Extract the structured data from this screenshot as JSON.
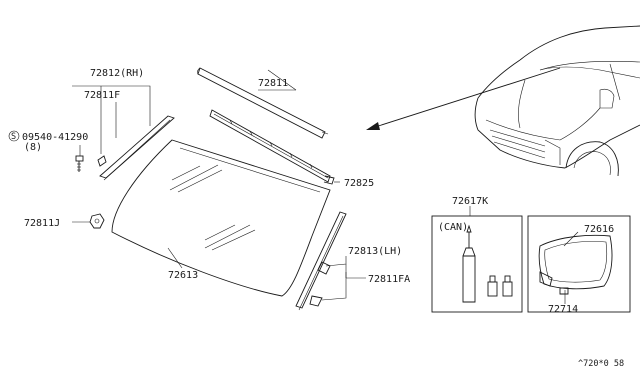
{
  "parts": {
    "p72812": "72812(RH)",
    "p72811F": "72811F",
    "p72811": "72811",
    "p72825": "72825",
    "p09540": "09540-41290",
    "p09540_qty": "(8)",
    "p09540_prefix": "S",
    "p72811J": "72811J",
    "p72613": "72613",
    "p72617K": "72617K",
    "can_label": "(CAN)",
    "p72616": "72616",
    "p72714": "72714",
    "p72813": "72813(LH)",
    "p72811FA": "72811FA"
  },
  "footer": {
    "code": "^720*0 58"
  }
}
